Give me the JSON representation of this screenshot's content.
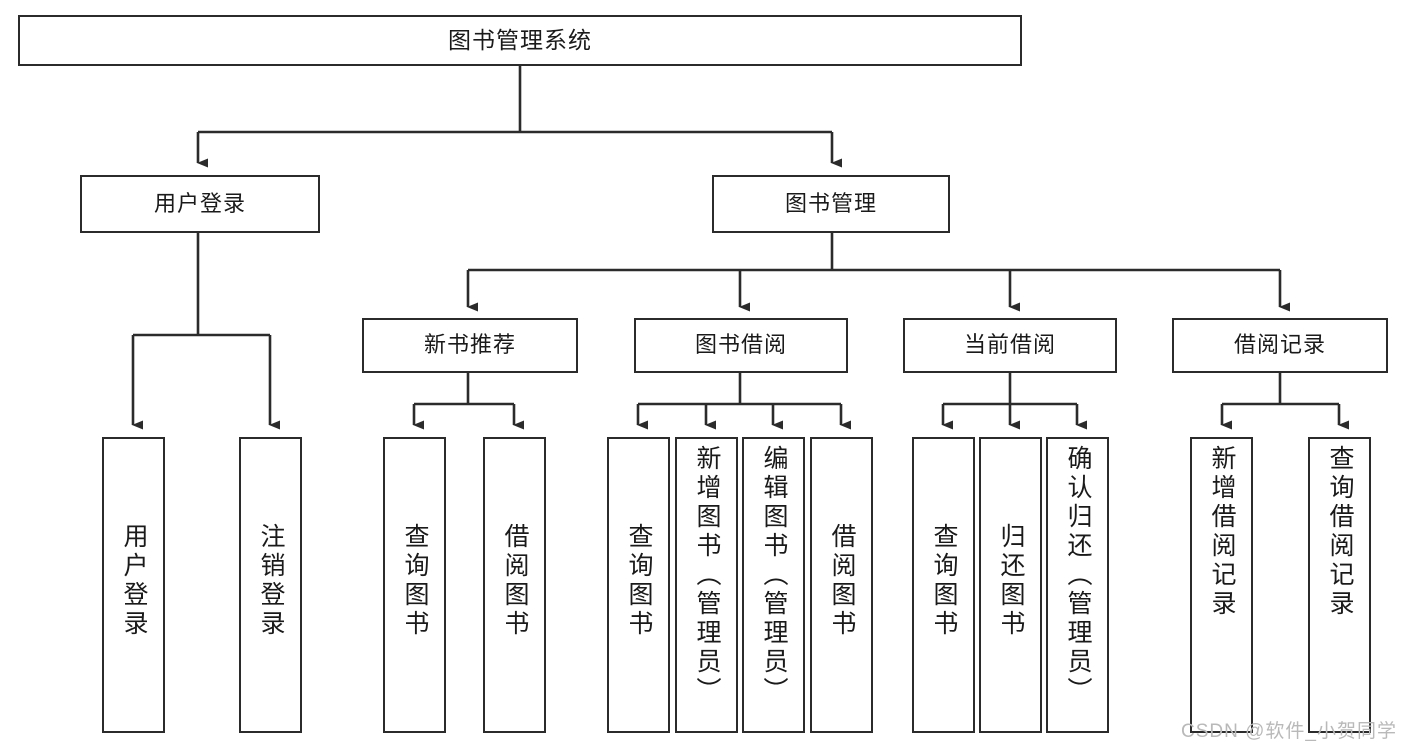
{
  "diagram": {
    "title": "图书管理系统",
    "type": "tree-hierarchy-chart",
    "colors": {
      "box_border": "#2b2b2b",
      "box_fill": "#ffffff",
      "connector": "#2b2b2b",
      "text": "#1a1a1a",
      "watermark": "#b9b9b9",
      "background": "#ffffff"
    }
  },
  "root": {
    "label": "图书管理系统"
  },
  "branches": [
    {
      "id": "user-login",
      "label": "用户登录"
    },
    {
      "id": "book-management",
      "label": "图书管理"
    }
  ],
  "subbranches": [
    {
      "id": "new-book-recommend",
      "label": "新书推荐"
    },
    {
      "id": "book-borrow",
      "label": "图书借阅"
    },
    {
      "id": "current-borrow",
      "label": "当前借阅"
    },
    {
      "id": "borrow-record",
      "label": "借阅记录"
    }
  ],
  "leaves": [
    {
      "id": "leaf-user-login",
      "label": "用户登录",
      "parent": "user-login"
    },
    {
      "id": "leaf-user-logout",
      "label": "注销登录",
      "parent": "user-login"
    },
    {
      "id": "leaf-query-book-rec",
      "label": "查询图书",
      "parent": "new-book-recommend"
    },
    {
      "id": "leaf-borrow-book-rec",
      "label": "借阅图书",
      "parent": "new-book-recommend"
    },
    {
      "id": "leaf-query-book-borrow",
      "label": "查询图书",
      "parent": "book-borrow"
    },
    {
      "id": "leaf-add-book-admin",
      "label": "新增图书（管理员）",
      "parent": "book-borrow"
    },
    {
      "id": "leaf-edit-book-admin",
      "label": "编辑图书（管理员）",
      "parent": "book-borrow"
    },
    {
      "id": "leaf-borrow-book",
      "label": "借阅图书",
      "parent": "book-borrow"
    },
    {
      "id": "leaf-query-book-current",
      "label": "查询图书",
      "parent": "current-borrow"
    },
    {
      "id": "leaf-return-book",
      "label": "归还图书",
      "parent": "current-borrow"
    },
    {
      "id": "leaf-confirm-return-admin",
      "label": "确认归还（管理员）",
      "parent": "current-borrow"
    },
    {
      "id": "leaf-add-borrow-record",
      "label": "新增借阅记录",
      "parent": "borrow-record"
    },
    {
      "id": "leaf-query-borrow-record",
      "label": "查询借阅记录",
      "parent": "borrow-record"
    }
  ],
  "watermark": {
    "text": "CSDN @软件_小贺同学"
  }
}
